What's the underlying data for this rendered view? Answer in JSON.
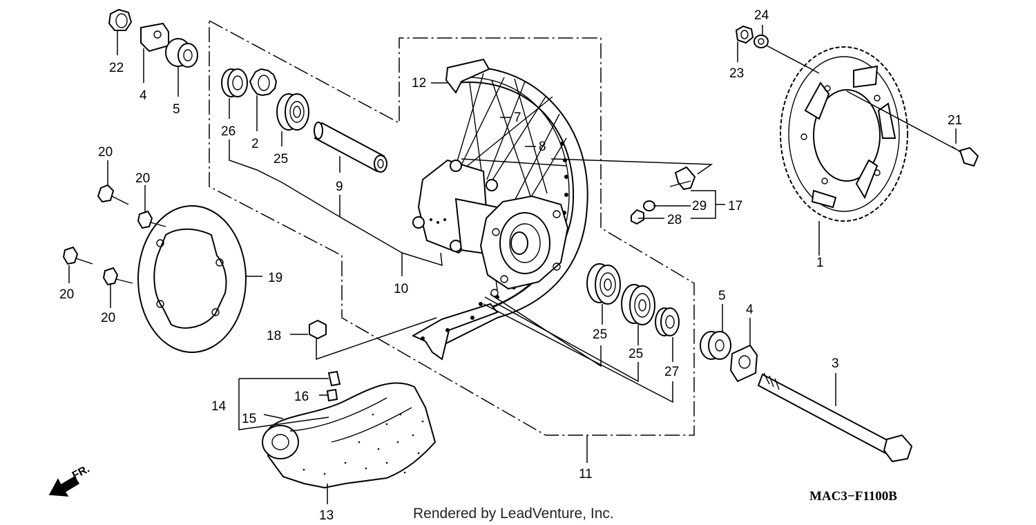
{
  "diagram": {
    "part_numbers": {
      "p1": "1",
      "p2": "2",
      "p3": "3",
      "p4a": "4",
      "p4b": "4",
      "p5a": "5",
      "p5b": "5",
      "p7": "7",
      "p8": "8",
      "p9": "9",
      "p10": "10",
      "p11": "11",
      "p12": "12",
      "p13": "13",
      "p14": "14",
      "p15": "15",
      "p16": "16",
      "p17": "17",
      "p18": "18",
      "p19": "19",
      "p20a": "20",
      "p20b": "20",
      "p20c": "20",
      "p20d": "20",
      "p21": "21",
      "p22": "22",
      "p23": "23",
      "p24": "24",
      "p25a": "25",
      "p25b": "25",
      "p25c": "25",
      "p26": "26",
      "p27": "27",
      "p28": "28",
      "p29": "29"
    },
    "front_indicator": "FR.",
    "drawing_code": "MAC3−F1100B",
    "credit": "Rendered by LeadVenture, Inc."
  }
}
